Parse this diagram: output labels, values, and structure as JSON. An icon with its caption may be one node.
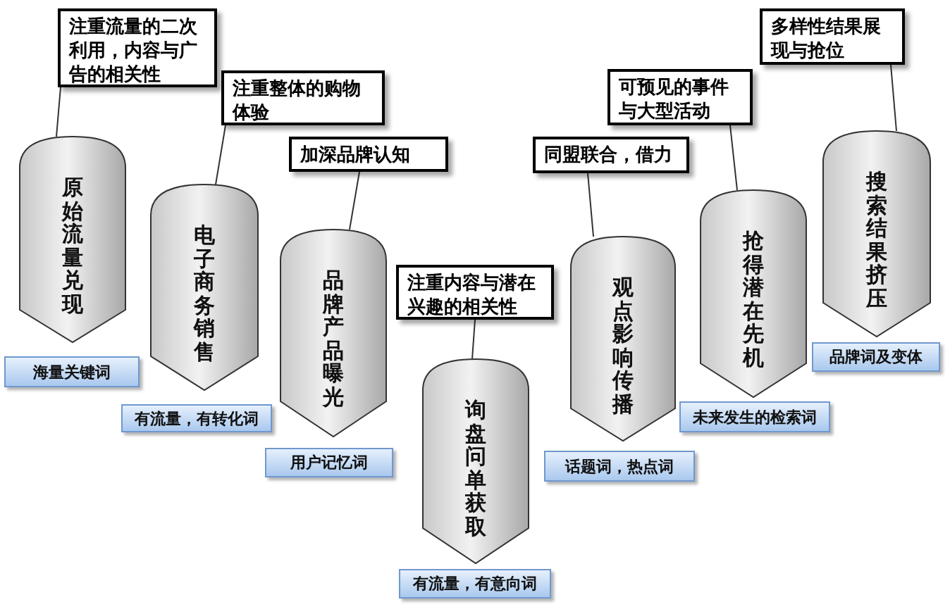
{
  "diagram": {
    "nodes": [
      {
        "text": [
          "注重流量的二次利用，内容与广告的相关性"
        ]
      },
      {
        "text": [
          "原始流量兑现"
        ]
      },
      {
        "text": [
          "海量关键词"
        ]
      },
      {
        "text": [
          "注重整体的购物体验"
        ]
      },
      {
        "text": [
          "电子商务销售"
        ]
      },
      {
        "text": [
          "有流量，有转化词"
        ]
      },
      {
        "text": [
          "加深品牌认知"
        ]
      },
      {
        "text": [
          "品牌产品曝光"
        ]
      },
      {
        "text": [
          "用户记忆词"
        ]
      },
      {
        "text": [
          "注重内容与潜在兴趣的相关性"
        ]
      },
      {
        "text": [
          "询盘问单获取"
        ]
      },
      {
        "text": [
          "有流量，有意向词"
        ]
      },
      {
        "text": [
          "同盟联合，借力"
        ]
      },
      {
        "text": [
          "观点影响传播"
        ]
      },
      {
        "text": [
          "话题词，热点词"
        ]
      },
      {
        "text": [
          "可预见的事件与大型活动"
        ]
      },
      {
        "text": [
          "抢得潜在先机"
        ]
      },
      {
        "text": [
          "未来发生的检索词"
        ]
      },
      {
        "text": [
          "多样性结果展现与抢位"
        ]
      },
      {
        "text": [
          "搜索结果挤压"
        ]
      },
      {
        "text": [
          "品牌词及变体"
        ]
      }
    ],
    "edges": [
      {
        "from": 0,
        "to": 1,
        "arrow": "none"
      },
      {
        "from": 3,
        "to": 4,
        "arrow": "none"
      },
      {
        "from": 6,
        "to": 7,
        "arrow": "none"
      },
      {
        "from": 9,
        "to": 10,
        "arrow": "none"
      },
      {
        "from": 12,
        "to": 13,
        "arrow": "none"
      },
      {
        "from": 15,
        "to": 16,
        "arrow": "none"
      },
      {
        "from": 18,
        "to": 19,
        "arrow": "none"
      }
    ]
  }
}
